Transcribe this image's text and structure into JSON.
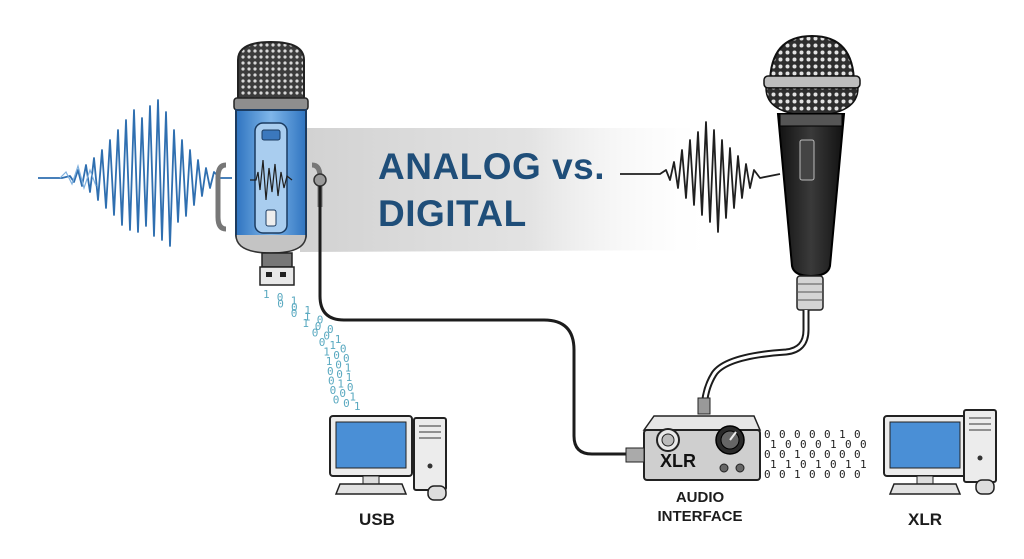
{
  "title": {
    "line1": "ANALOG vs.",
    "line2": "DIGITAL"
  },
  "labels": {
    "usb": "USB",
    "xlr_right": "XLR",
    "audio_interface_line1": "AUDIO",
    "audio_interface_line2": "INTERFACE",
    "xlr_on_interface": "XLR"
  },
  "binary_stream_left": [
    "1",
    "0",
    "1",
    "0",
    "0",
    "1",
    "0",
    "1",
    "0",
    "1",
    "0",
    "0",
    "0",
    "0",
    "1",
    "0",
    "1",
    "0",
    "1",
    "0",
    "0",
    "1",
    "0",
    "1",
    "0",
    "0",
    "1",
    "0",
    "1",
    "0",
    "0",
    "0",
    "1",
    "0",
    "0",
    "1"
  ],
  "binary_stream_right": [
    "0",
    "1",
    "0",
    "1",
    "0",
    "0",
    "0",
    "0",
    "1",
    "0",
    "0",
    "0",
    "1",
    "0",
    "1",
    "0",
    "0",
    "0",
    "1",
    "0",
    "0",
    "1",
    "0",
    "0",
    "0",
    "1",
    "0",
    "0",
    "1",
    "0",
    "0",
    "0",
    "0",
    "1",
    "0"
  ],
  "colors": {
    "title": "#1f4e79",
    "usb_mic_body": "#4a90d9",
    "usb_mic_light": "#a9cdef",
    "dynamic_mic_body": "#1e1e1e",
    "screen": "#4a8fd6",
    "wave_blue": "#2f6fb0",
    "binary_teal": "#6fb7c9",
    "banner": "#d9d9d9"
  },
  "icons": [
    "usb-condenser-microphone-icon",
    "dynamic-microphone-icon",
    "usb-plug-icon",
    "desktop-computer-icon",
    "audio-interface-icon",
    "sound-wave-icon"
  ]
}
